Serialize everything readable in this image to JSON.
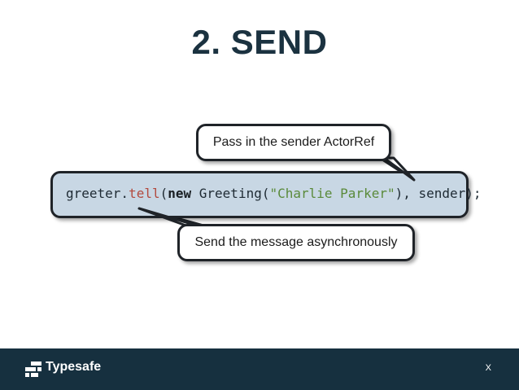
{
  "slide": {
    "title": "2. SEND"
  },
  "code": {
    "obj": "greeter.",
    "method": "tell",
    "open_paren": "(",
    "keyword": "new",
    "ctor": " Greeting(",
    "string": "\"Charlie Parker\"",
    "rest": "), sender);"
  },
  "callouts": {
    "top_text": "Pass in the sender ActorRef",
    "bottom_text": "Send the message asynchronously"
  },
  "footer": {
    "brand": "Typesafe",
    "page_number": "X"
  },
  "colors": {
    "title": "#1b3240",
    "code_background": "#c8d7e4",
    "method": "#b24a3f",
    "string": "#5a8a3a",
    "footer_background": "#16303f"
  }
}
